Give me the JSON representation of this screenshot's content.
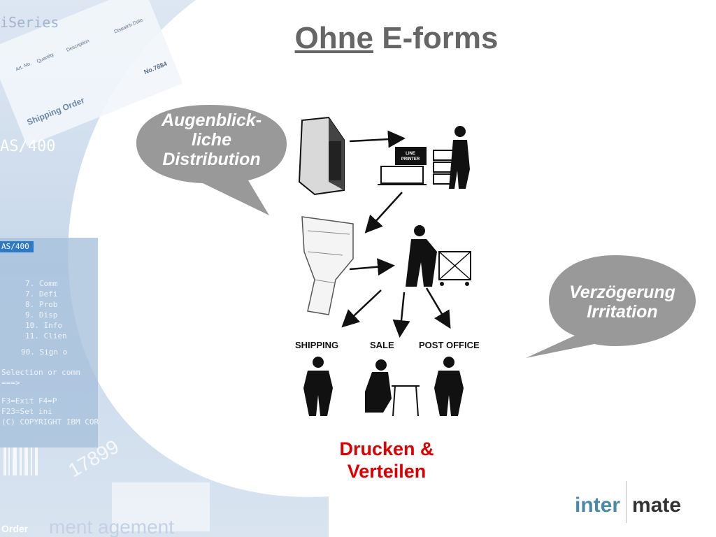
{
  "title": {
    "underlined": "Ohne",
    "rest": "E-forms"
  },
  "bubble_left": {
    "line1": "Augenblick-",
    "line2": "liche",
    "line3": "Distribution"
  },
  "bubble_right": {
    "line1": "Verzögerung",
    "line2": "Irritation"
  },
  "caption": {
    "line1": "Drucken &",
    "line2": "Verteilen"
  },
  "illustration": {
    "printer_label_1": "LINE",
    "printer_label_2": "PRINTER",
    "dept_shipping": "SHIPPING",
    "dept_sale": "SALE",
    "dept_post": "POST OFFICE"
  },
  "logo": {
    "part1": "inter",
    "part2": "mate"
  },
  "background": {
    "series": "iSeries",
    "col_art": "Art. No.",
    "col_qty": "Quantity",
    "col_desc": "Description",
    "col_date": "Dispatch Date",
    "shipping_order": "Shipping Order",
    "no": "No.7884",
    "as400": "AS/400",
    "as400_small": "AS/400",
    "menu_items": [
      "7. Comm",
      "7. Defi",
      "8. Prob",
      "9. Disp",
      "10. Info",
      "11. Clien"
    ],
    "signoff": "90. Sign o",
    "selection": "Selection or comm",
    "prompt": "===>",
    "f3": "F3=Exit  F4=P",
    "f23": "F23=Set ini",
    "copyright": "(C) COPYRIGHT IBM COR",
    "barcode_num": "17899",
    "order": "Order",
    "footer": "ment  agement"
  },
  "colors": {
    "bubble": "#999999",
    "title": "#666666",
    "caption": "#dd0000",
    "logo_inter": "#4b8aa6",
    "logo_mate": "#333333"
  }
}
